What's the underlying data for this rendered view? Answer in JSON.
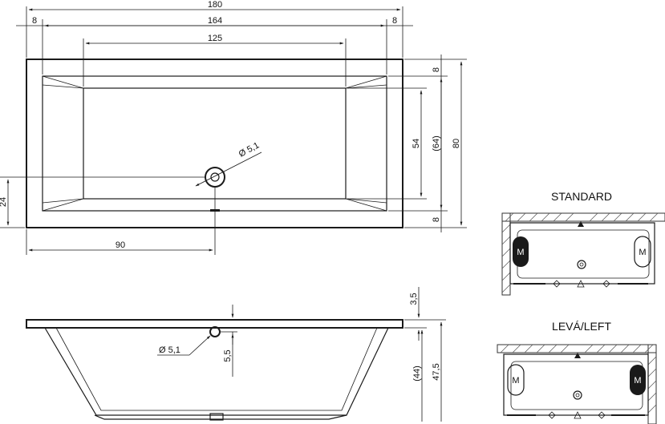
{
  "top_view": {
    "dim_total_length": "180",
    "dim_left_rim": "8",
    "dim_inner_length": "164",
    "dim_right_rim": "8",
    "dim_floor_length": "125",
    "dim_top_rim": "8",
    "dim_floor_width": "54",
    "dim_inner_width": "(64)",
    "dim_total_width": "80",
    "dim_bottom_rim": "8",
    "dim_drain_diameter": "Ø 5,1",
    "dim_drain_offset_y": "24",
    "dim_drain_offset_x": "90"
  },
  "side_view": {
    "dim_rim_height": "3,5",
    "dim_drain_height": "5,5",
    "dim_drain_diameter": "Ø 5,1",
    "dim_inner_depth": "(44)",
    "dim_total_height": "47,5"
  },
  "variants": {
    "standard_label": "STANDARD",
    "left_label": "LEVÁ/LEFT",
    "motor_label": "M"
  }
}
